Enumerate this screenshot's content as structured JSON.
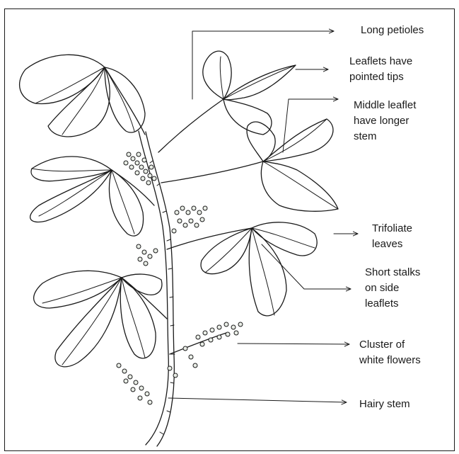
{
  "labels": {
    "long_petioles": [
      "Long petioles"
    ],
    "pointed_tips": [
      "Leaflets have",
      "pointed tips"
    ],
    "middle_leaflet": [
      "Middle leaflet",
      "have longer",
      "stem"
    ],
    "trifoliate": [
      "Trifoliate",
      "leaves"
    ],
    "short_stalks": [
      "Short stalks",
      "on side",
      "leaflets"
    ],
    "cluster": [
      "Cluster of",
      "white flowers"
    ],
    "hairy_stem": [
      "Hairy stem"
    ]
  },
  "colors": {
    "ink": "#1a1a1a",
    "flower_fill": "#e9ede6"
  }
}
